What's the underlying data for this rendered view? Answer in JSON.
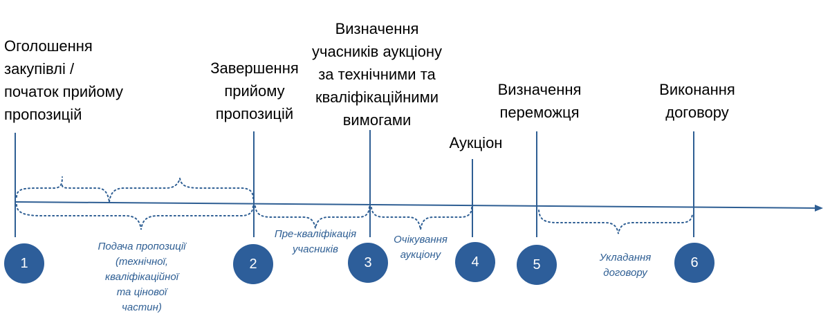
{
  "milestones": [
    {
      "title": "Оголошення\nзакупівлі /\nпочаток прийому\nпропозицій",
      "number": "1"
    },
    {
      "title": "Завершення\nприйому\nпропозицій",
      "number": "2"
    },
    {
      "title": "Визначення\nучасників аукціону\nза технічними  та\nкваліфікаційними\nвимогами",
      "number": "3"
    },
    {
      "title": "Аукціон",
      "number": "4"
    },
    {
      "title": "Визначення\nпереможця",
      "number": "5"
    },
    {
      "title": "Виконання\nдоговору",
      "number": "6"
    }
  ],
  "phases": [
    {
      "label": "Подача пропозиції\n(технічної,\nкваліфікаційної\nта цінової\nчастин)"
    },
    {
      "label": "Пре-кваліфікація\nучасників"
    },
    {
      "label": "Очікування\nаукціону"
    },
    {
      "label": "Укладання\nдоговору"
    }
  ],
  "colors": {
    "line": "#2e5e93",
    "circle": "#2d5e9a",
    "phase_text": "#2e5e93",
    "title_text": "#000000"
  }
}
